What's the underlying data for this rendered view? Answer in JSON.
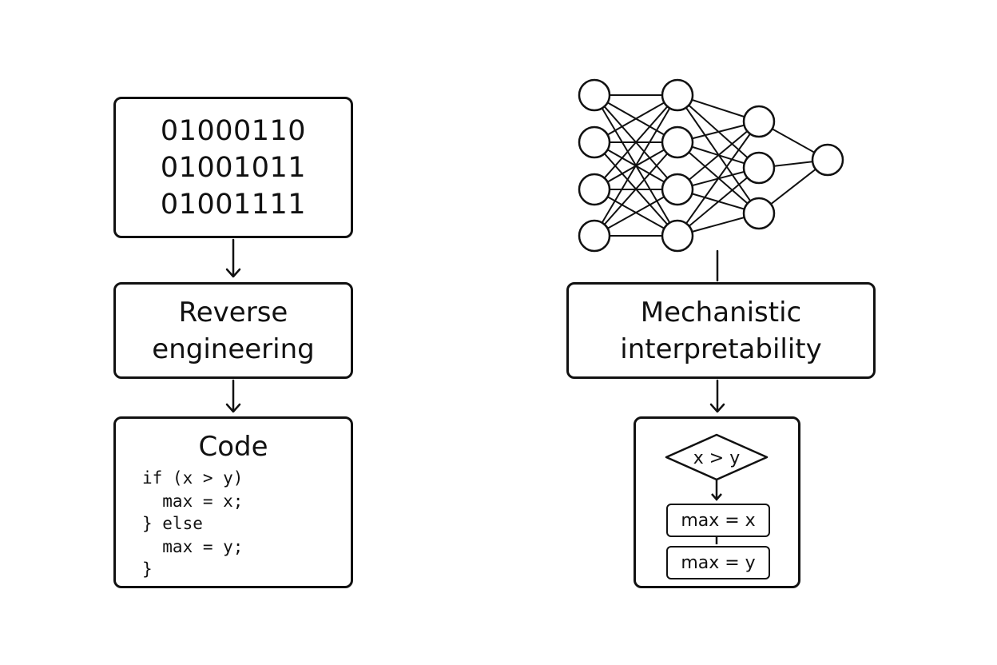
{
  "left_flow": {
    "binary_lines": [
      "01000110",
      "01001011",
      "01001111"
    ],
    "process_lines": [
      "Reverse",
      "engineering"
    ],
    "code_title": "Code",
    "code_lines": [
      "if (x > y)",
      "  max = x;",
      "} else",
      "  max = y;",
      "}"
    ]
  },
  "right_flow": {
    "process_lines": [
      "Mechanistic",
      "interpretability"
    ],
    "decision_label": "x > y",
    "true_branch_label": "max = x",
    "false_branch_label": "max = y",
    "network_layers": [
      4,
      4,
      3,
      1
    ]
  }
}
